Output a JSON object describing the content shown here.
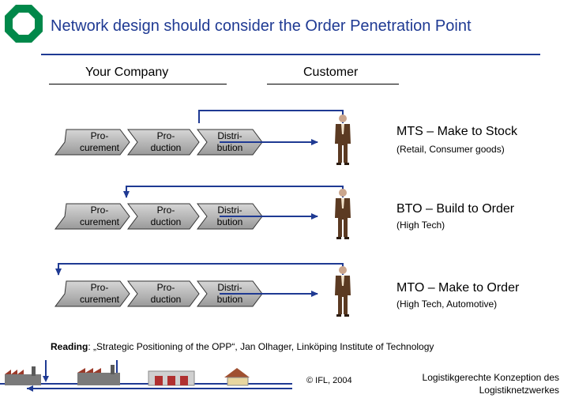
{
  "title": "Network design should consider the Order Penetration Point",
  "headers": {
    "company": "Your Company",
    "customer": "Customer"
  },
  "stages": {
    "procurement": "Pro-\ncurement",
    "production": "Pro-\nduction",
    "distribution": "Distri-\nbution"
  },
  "modes": [
    {
      "title": "MTS – Make to Stock",
      "subtitle": "(Retail, Consumer goods)"
    },
    {
      "title": "BTO – Build to Order",
      "subtitle": "(High Tech)"
    },
    {
      "title": "MTO – Make to Order",
      "subtitle": "(High Tech, Automotive)"
    }
  ],
  "reading": {
    "label": "Reading",
    "text": ": „Strategic Positioning of the OPP“, Jan Olhager, Linköping Institute of Technology"
  },
  "copyright": "© IFL, 2004",
  "footer": "Logistikgerechte Konzeption des\nLogistiknetzwerkes",
  "colors": {
    "accent": "#1f3a93",
    "logo": "#00884a",
    "chevron_fill": "#b5b5b5"
  }
}
